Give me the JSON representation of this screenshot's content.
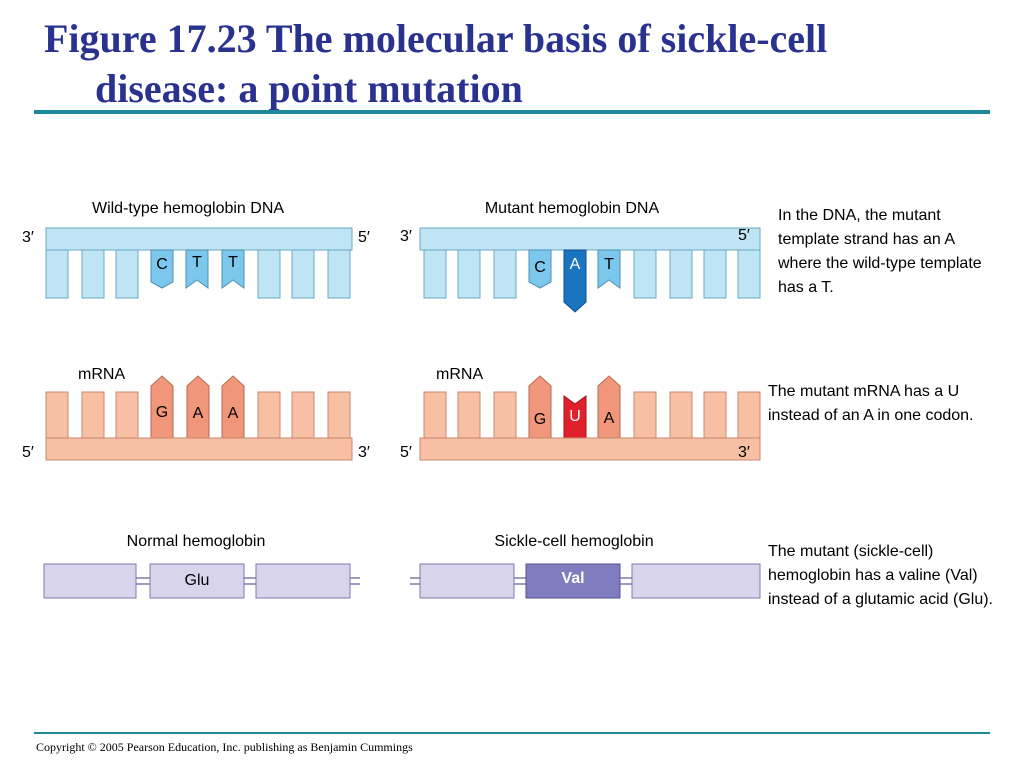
{
  "title": {
    "line1": "Figure 17.23 The molecular basis of sickle-cell",
    "line2": "disease: a point mutation"
  },
  "panels": {
    "wild_type_dna": {
      "heading": "Wild-type hemoglobin DNA",
      "end_left": "3′",
      "end_right": "5′",
      "bases": [
        "C",
        "T",
        "T"
      ]
    },
    "mutant_dna": {
      "heading": "Mutant hemoglobin DNA",
      "end_left": "3′",
      "end_right": "5′",
      "bases": [
        "C",
        "A",
        "T"
      ]
    },
    "wild_type_mrna": {
      "heading": "mRNA",
      "end_left": "5′",
      "end_right": "3′",
      "bases": [
        "G",
        "A",
        "A"
      ]
    },
    "mutant_mrna": {
      "heading": "mRNA",
      "end_left": "5′",
      "end_right": "3′",
      "bases": [
        "G",
        "U",
        "A"
      ]
    },
    "normal_protein": {
      "heading": "Normal hemoglobin",
      "residue": "Glu"
    },
    "sickle_protein": {
      "heading": "Sickle-cell hemoglobin",
      "residue": "Val"
    }
  },
  "notes": {
    "dna": "In the DNA, the mutant template strand has an A where the wild-type template has a T.",
    "mrna": "The mutant mRNA has a U instead of an A in one codon.",
    "protein": "The mutant (sickle-cell) hemoglobin has a valine (Val) instead of a glutamic acid (Glu)."
  },
  "colors": {
    "title": "#2a3290",
    "rule": "#1d8a9a",
    "dna_strand": "#bfe4f4",
    "dna_highlight_base": "#7cc8ec",
    "dna_mutant_base": "#1a74c0",
    "mrna_strand": "#f7bfa4",
    "mrna_highlight_base": "#f0967a",
    "mrna_mutant_base": "#e0202a",
    "protein_normal": "#d8d4ec",
    "protein_mutant": "#7f7cbf"
  },
  "footer": "Copyright © 2005 Pearson Education, Inc. publishing as Benjamin Cummings"
}
